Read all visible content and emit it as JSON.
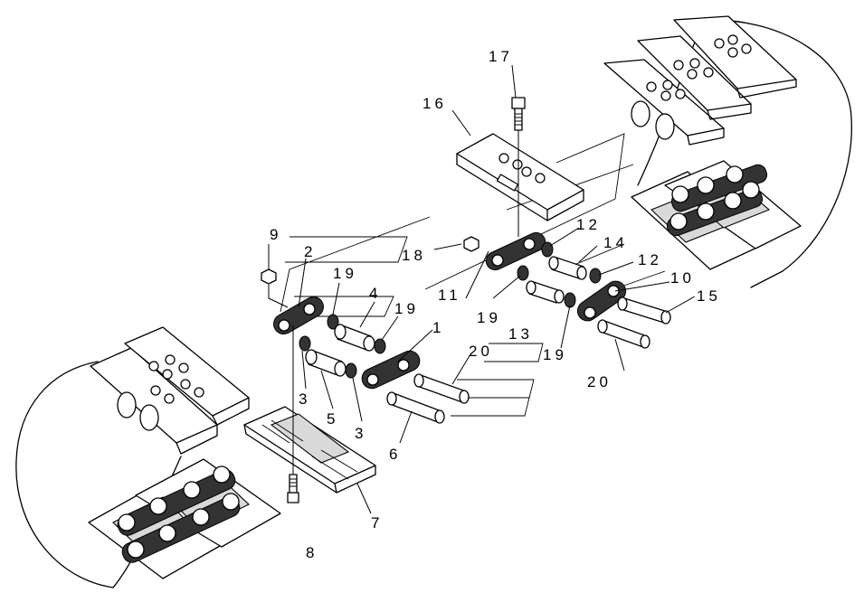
{
  "callouts": {
    "c1": "1",
    "c2": "2",
    "c3a": "3",
    "c3b": "3",
    "c4": "4",
    "c5": "5",
    "c6": "6",
    "c7": "7",
    "c8": "8",
    "c9": "9",
    "c10": "10",
    "c11": "11",
    "c12a": "12",
    "c12b": "12",
    "c13": "13",
    "c14": "14",
    "c15": "15",
    "c16": "16",
    "c17": "17",
    "c18": "18",
    "c19a": "19",
    "c19b": "19",
    "c19c": "19",
    "c19d": "19",
    "c20a": "20",
    "c20b": "20"
  }
}
